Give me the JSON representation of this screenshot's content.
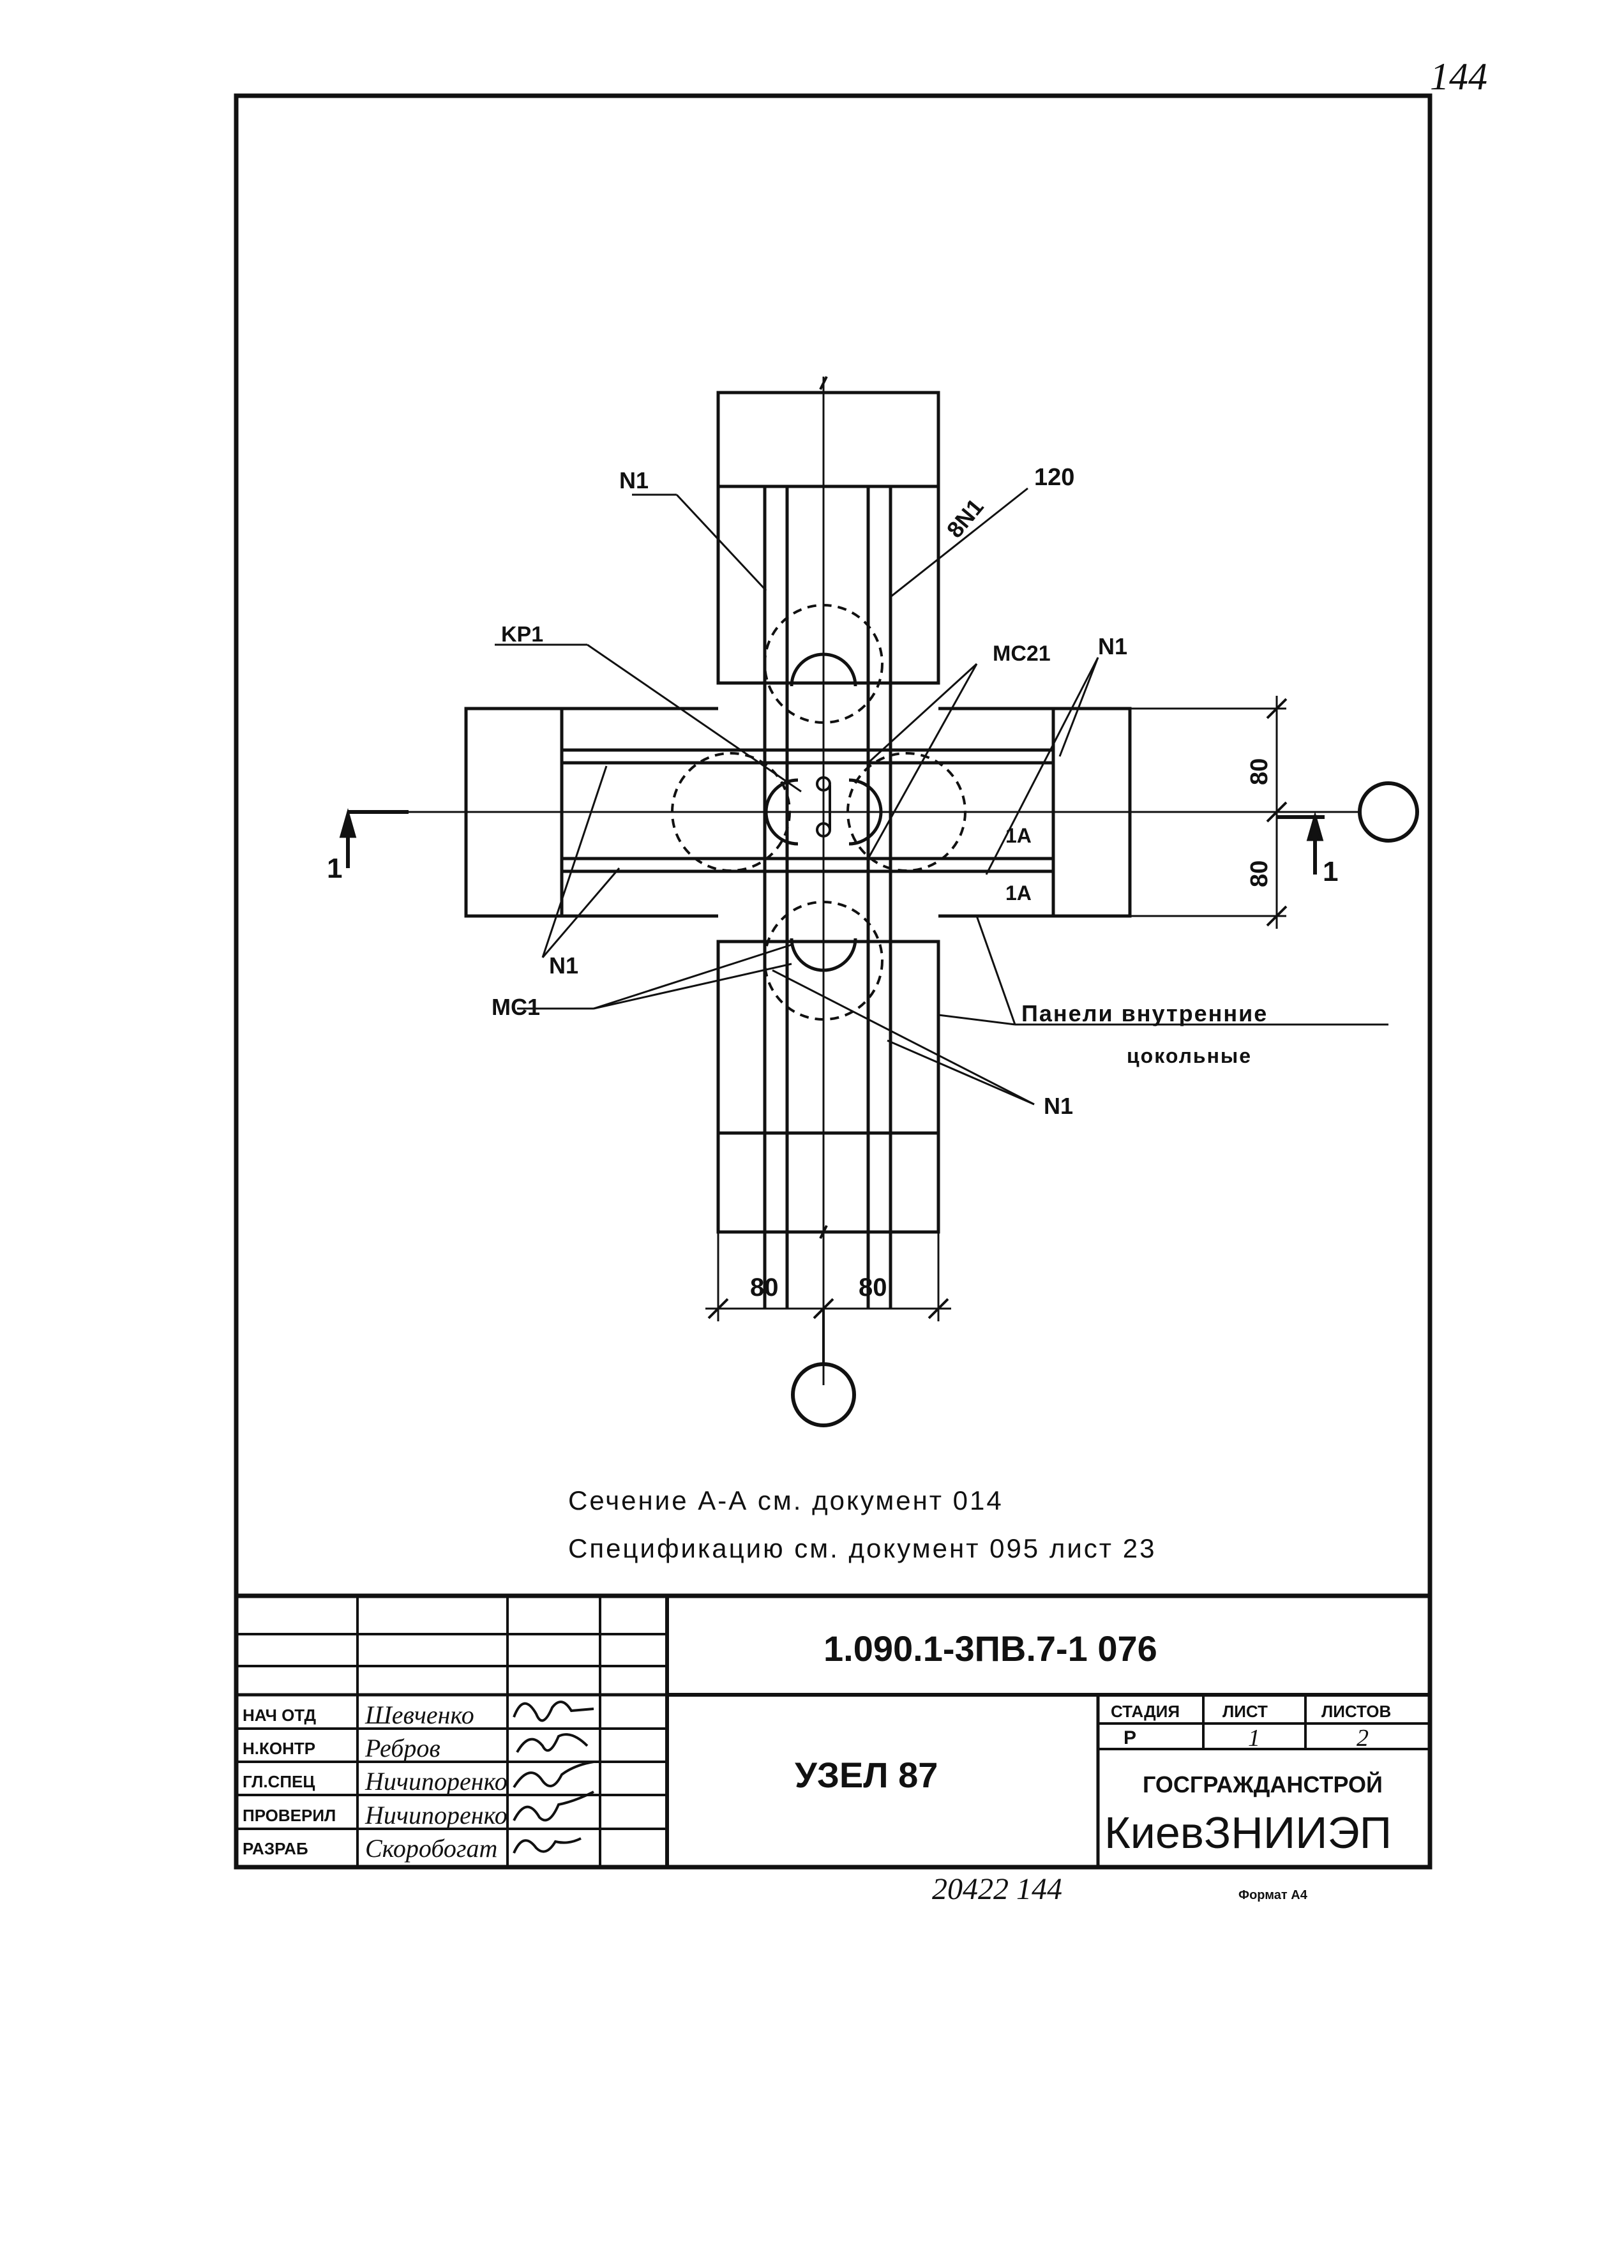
{
  "page_number": "144",
  "drawing": {
    "labels": {
      "n1_top_left": "N1",
      "n1_top_right": "N1",
      "bn1": "8N1",
      "t120": "120",
      "kp1": "KP1",
      "mc21": "MC21",
      "n1_left": "N1",
      "mc1": "MC1",
      "one_a_upper": "1A",
      "one_a_lower": "1A",
      "panels_line1": "Панели внутренние",
      "panels_line2": "цокольные",
      "n1_bottom": "N1",
      "section_left": "1",
      "section_right": "1"
    },
    "dimensions": {
      "right_upper": "80",
      "right_lower": "80",
      "bottom_left": "80",
      "bottom_right": "80"
    }
  },
  "notes": [
    "Сечение А-А см. документ 014",
    "Спецификацию см. документ 095 лист 23"
  ],
  "title_block": {
    "designation": "1.090.1-3ПВ.7-1 076",
    "title": "УЗЕЛ 87",
    "stage_header": "СТАДИЯ",
    "sheet_header": "ЛИСТ",
    "sheets_header": "ЛИСТОВ",
    "stage": "Р",
    "sheet": "1",
    "sheets": "2",
    "org_line1": "ГОСГРАЖДАНСТРОЙ",
    "org_line2": "КиевЗНИИЭП",
    "roles": [
      {
        "role": "НАЧ ОТД",
        "name": "Шевченко"
      },
      {
        "role": "Н.КОНТР",
        "name": "Ребров"
      },
      {
        "role": "ГЛ.СПЕЦ",
        "name": "Ничипоренко"
      },
      {
        "role": "ПРОВЕРИЛ",
        "name": "Ничипоренко"
      },
      {
        "role": "РАЗРАБ",
        "name": "Скоробогат"
      }
    ]
  },
  "footer": {
    "inventory": "20422 144",
    "format": "Формат А4"
  }
}
